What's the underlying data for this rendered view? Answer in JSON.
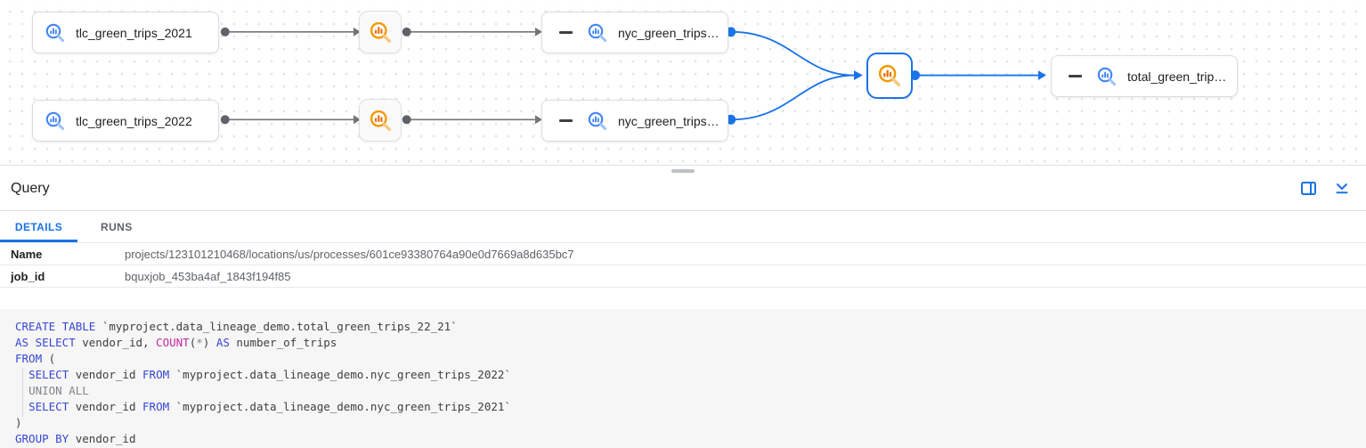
{
  "graph": {
    "nodes": {
      "tlc2021": {
        "label": "tlc_green_trips_2021"
      },
      "tlc2022": {
        "label": "tlc_green_trips_2022"
      },
      "nyc_top": {
        "label": "nyc_green_trips…"
      },
      "nyc_bottom": {
        "label": "nyc_green_trips…"
      },
      "total": {
        "label": "total_green_trip…"
      }
    }
  },
  "panel": {
    "title": "Query",
    "tabs": {
      "details": "DETAILS",
      "runs": "RUNS"
    },
    "fields": {
      "name": {
        "label": "Name",
        "value": "projects/123101210468/locations/us/processes/601ce93380764a90e0d7669a8d635bc7"
      },
      "job_id": {
        "label": "job_id",
        "value": "bquxjob_453ba4af_1843f194f85"
      }
    }
  },
  "colors": {
    "accent_blue": "#1a73e8",
    "table_icon_blue": "#4285f4",
    "query_icon_orange": "#f29900",
    "edge_gray": "#757575",
    "keyword_blue": "#3746d2",
    "function_magenta": "#c22ba0",
    "muted_gray": "#80868b"
  },
  "sql": {
    "lines": [
      [
        {
          "c": "kwd",
          "t": "CREATE TABLE"
        },
        {
          "c": "pln",
          "t": " `myproject.data_lineage_demo.total_green_trips_22_21`"
        }
      ],
      [
        {
          "c": "kwd",
          "t": "AS SELECT"
        },
        {
          "c": "pln",
          "t": " vendor_id, "
        },
        {
          "c": "fun",
          "t": "COUNT"
        },
        {
          "c": "pln",
          "t": "("
        },
        {
          "c": "gry",
          "t": "*"
        },
        {
          "c": "pln",
          "t": ") "
        },
        {
          "c": "kwd",
          "t": "AS"
        },
        {
          "c": "pln",
          "t": " number_of_trips"
        }
      ],
      [
        {
          "c": "kwd",
          "t": "FROM"
        },
        {
          "c": "pln",
          "t": " ("
        }
      ],
      [
        {
          "c": "pln",
          "t": "  "
        },
        {
          "c": "kwd",
          "t": "SELECT"
        },
        {
          "c": "pln",
          "t": " vendor_id "
        },
        {
          "c": "kwd",
          "t": "FROM"
        },
        {
          "c": "pln",
          "t": " `myproject.data_lineage_demo.nyc_green_trips_2022`"
        }
      ],
      [
        {
          "c": "pln",
          "t": "  "
        },
        {
          "c": "gry",
          "t": "UNION ALL"
        }
      ],
      [
        {
          "c": "pln",
          "t": "  "
        },
        {
          "c": "kwd",
          "t": "SELECT"
        },
        {
          "c": "pln",
          "t": " vendor_id "
        },
        {
          "c": "kwd",
          "t": "FROM"
        },
        {
          "c": "pln",
          "t": " `myproject.data_lineage_demo.nyc_green_trips_2021`"
        }
      ],
      [
        {
          "c": "pln",
          "t": ")"
        }
      ],
      [
        {
          "c": "kwd",
          "t": "GROUP BY"
        },
        {
          "c": "pln",
          "t": " vendor_id"
        }
      ]
    ]
  }
}
